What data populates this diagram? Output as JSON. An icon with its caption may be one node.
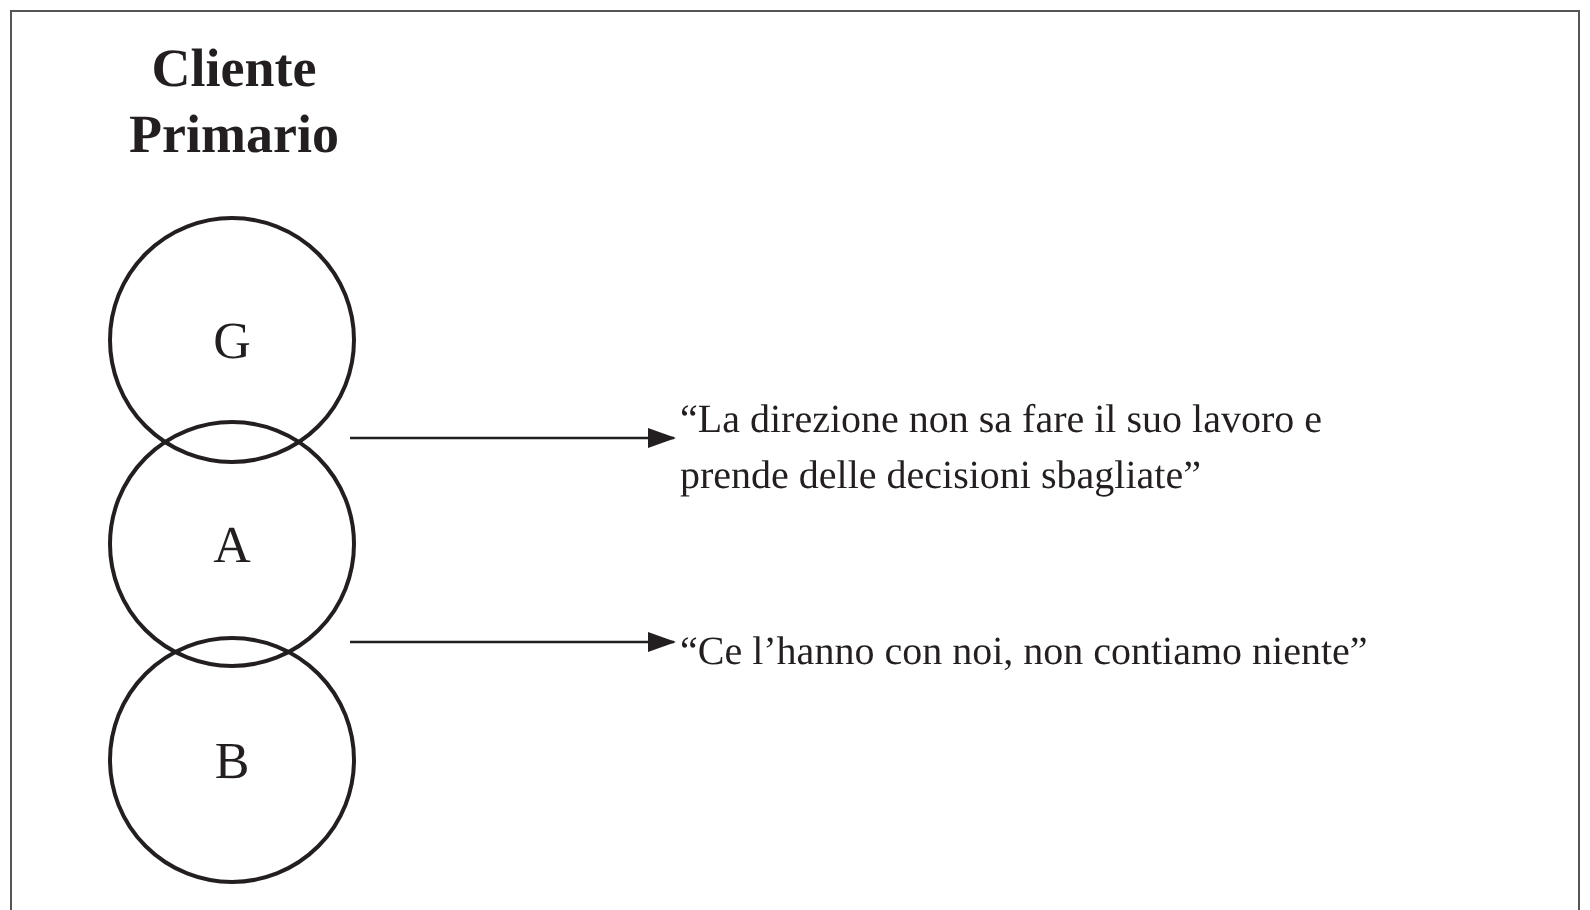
{
  "diagram": {
    "title": "Cliente Primario",
    "nodes": [
      {
        "text": [
          "G"
        ]
      },
      {
        "text": [
          "A"
        ]
      },
      {
        "text": [
          "B"
        ]
      },
      {
        "text": [
          "“La direzione non sa fare il suo lavoro e prende delle decisioni sbagliate”"
        ]
      },
      {
        "text": [
          "“Ce l’hanno con noi, non contiamo niente”"
        ]
      }
    ],
    "edges": [
      {
        "from": 0,
        "to": 3,
        "arrow": "to"
      },
      {
        "from": 1,
        "to": 4,
        "arrow": "to"
      }
    ]
  }
}
